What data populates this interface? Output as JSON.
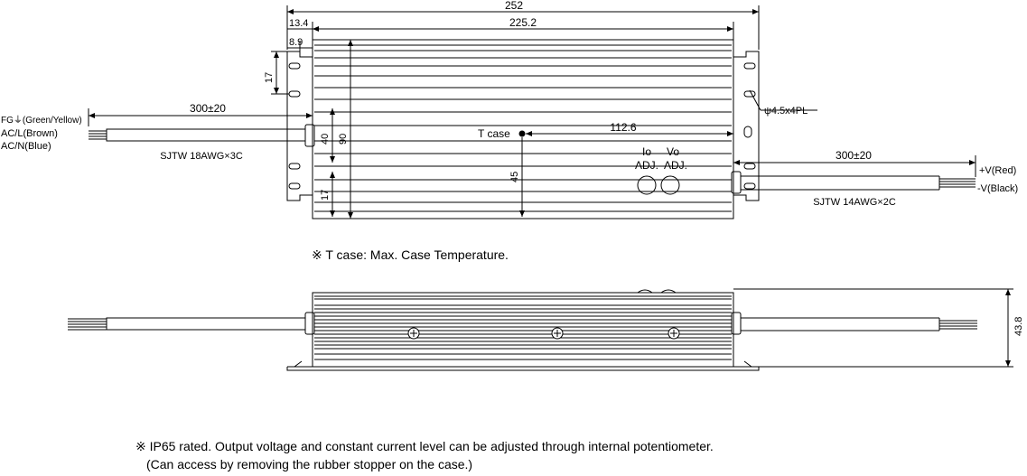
{
  "top_view": {
    "overall_length": "252",
    "body_length": "225.2",
    "offset_outer": "13.4",
    "offset_inner": "8.9",
    "tab_height_top": "17",
    "tab_height_bottom": "17",
    "height_40": "40",
    "height_90": "90",
    "height_45": "45",
    "tcase_distance": "112.6",
    "hole_spec": "ψ4.5x4PL",
    "input_cable_length": "300±20",
    "input_fg_label": "FG⏚(Green/Yellow)",
    "input_l_label": "AC/L(Brown)",
    "input_n_label": "AC/N(Blue)",
    "input_cable_type": "SJTW 18AWG×3C",
    "tcase_label": "T case",
    "io_adj_line1": "Io",
    "io_adj_line2": "ADJ.",
    "vo_adj_line1": "Vo",
    "vo_adj_line2": "ADJ.",
    "output_cable_length": "300±20",
    "output_pos_label": "+V(Red)",
    "output_neg_label": "-V(Black)",
    "output_cable_type": "SJTW 14AWG×2C"
  },
  "side_view": {
    "height": "43.8"
  },
  "notes": {
    "tcase_note": "※ T case: Max. Case Temperature.",
    "ip65_line1": "※ IP65 rated. Output voltage and constant current level can be adjusted through internal potentiometer.",
    "ip65_line2": "(Can access by removing the rubber stopper on the case.)"
  }
}
